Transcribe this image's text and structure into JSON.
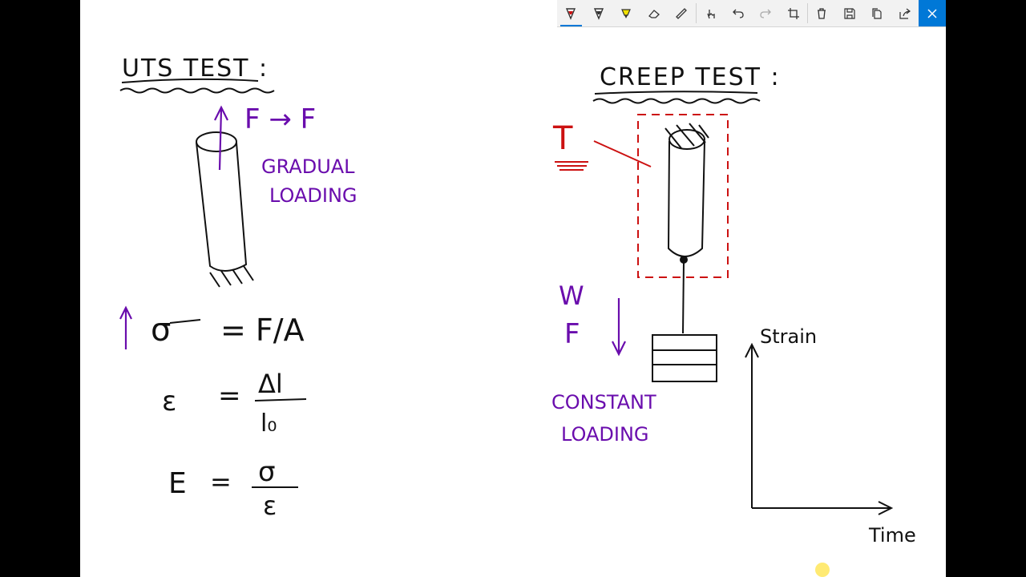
{
  "toolbar": {
    "tools": [
      {
        "name": "ballpoint-pen-icon",
        "active": true
      },
      {
        "name": "pencil-icon"
      },
      {
        "name": "highlighter-icon"
      },
      {
        "name": "eraser-icon"
      },
      {
        "name": "ruler-icon"
      },
      {
        "name": "touch-writing-icon"
      },
      {
        "name": "undo-icon"
      },
      {
        "name": "redo-icon"
      },
      {
        "name": "crop-icon"
      },
      {
        "name": "delete-icon"
      },
      {
        "name": "save-icon"
      },
      {
        "name": "copy-icon"
      },
      {
        "name": "share-icon"
      },
      {
        "name": "close-icon"
      }
    ],
    "colors": {
      "accent": "#0078d7",
      "ink_red": "#cc1111",
      "ink_purple": "#6a0dad",
      "ink_black": "#111111"
    }
  },
  "notes": {
    "uts": {
      "heading": "UTS TEST :",
      "force_label": "F → F",
      "loading_line1": "GRADUAL",
      "loading_line2": "LOADING",
      "eq1_lhs": "σ",
      "eq1_rhs": "= F/A",
      "eq2_lhs": "ε",
      "eq2_eq": "=",
      "eq2_num": "Δl",
      "eq2_den": "l₀",
      "eq3_lhs": "E",
      "eq3_eq": "=",
      "eq3_num": "σ",
      "eq3_den": "ε"
    },
    "creep": {
      "heading": "CREEP TEST :",
      "temp_label": "T",
      "weight_label": "W",
      "force_label": "F",
      "loading_line1": "CONSTANT",
      "loading_line2": "LOADING",
      "graph_ylabel": "Strain",
      "graph_xlabel": "Time"
    }
  }
}
